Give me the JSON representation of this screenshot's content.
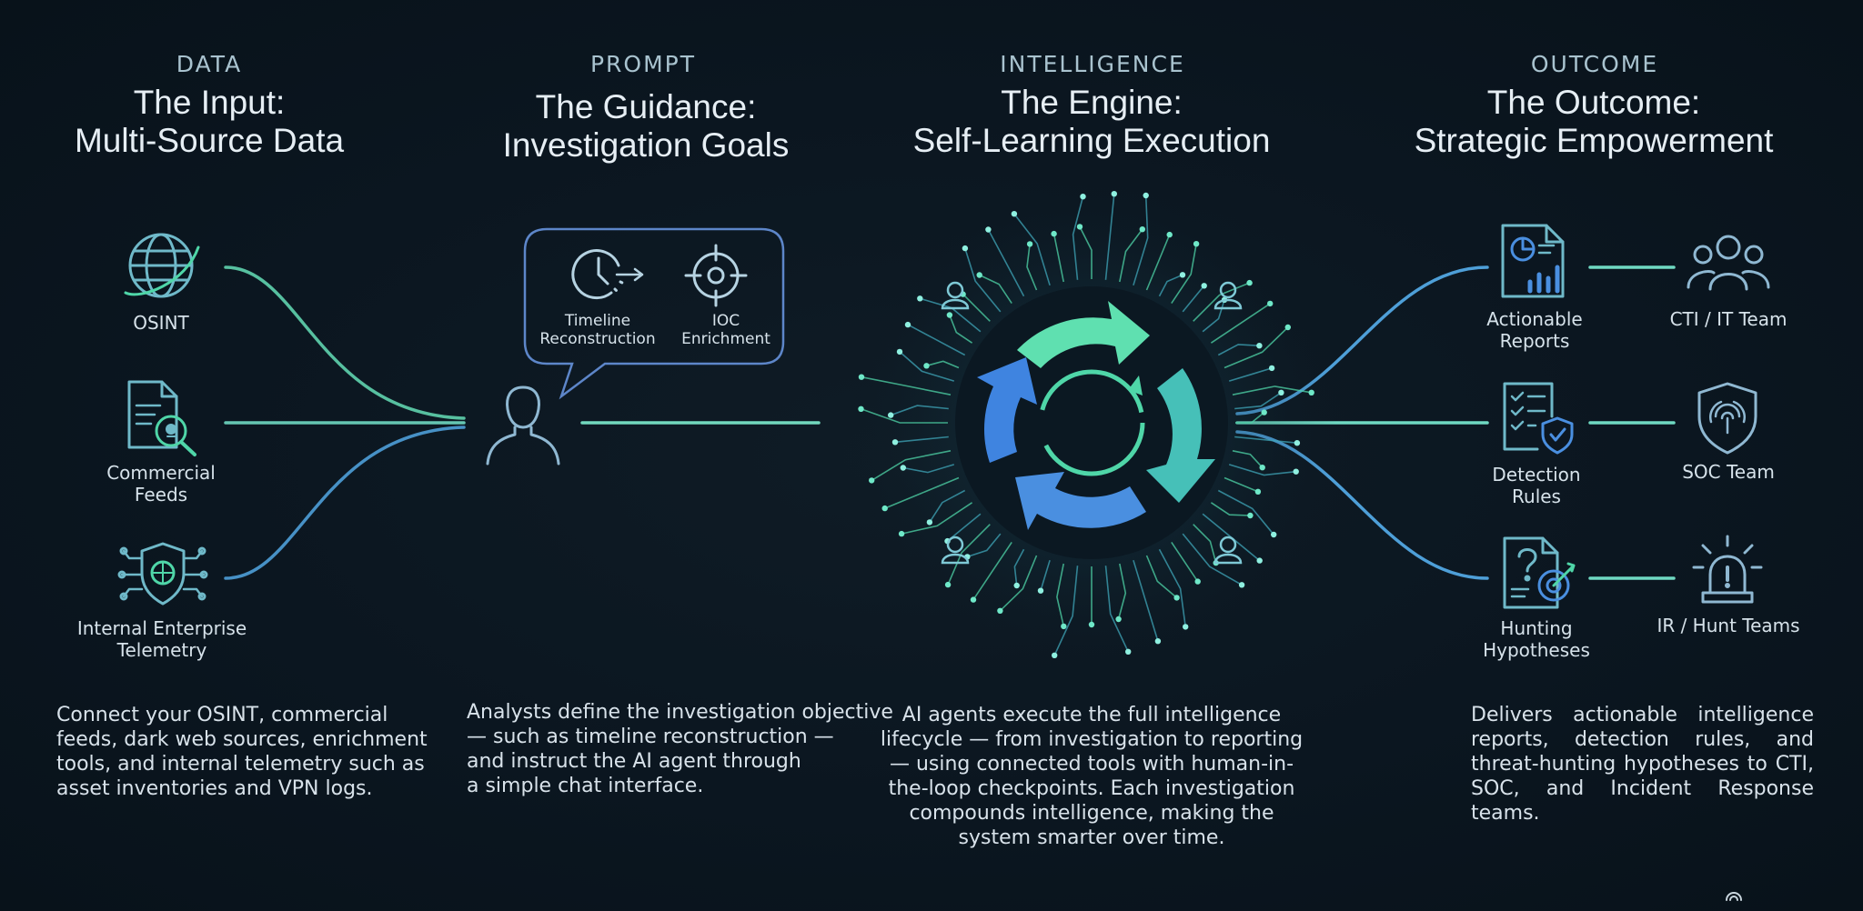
{
  "columns": [
    {
      "kicker": "DATA",
      "title": [
        "The Input:",
        "Multi-Source Data"
      ],
      "description": [
        "Connect your OSINT, commercial",
        "feeds, dark web sources, enrichment",
        "tools, and internal telemetry such as",
        "asset inventories and VPN logs."
      ]
    },
    {
      "kicker": "PROMPT",
      "title": [
        "The Guidance:",
        "Investigation Goals"
      ],
      "description": [
        "Analysts define the investigation objective",
        "— such as timeline reconstruction —",
        "and instruct the AI agent through",
        "a simple chat interface."
      ]
    },
    {
      "kicker": "INTELLIGENCE",
      "title": [
        "The Engine:",
        "Self-Learning Execution"
      ],
      "description": [
        "AI agents execute the full intelligence",
        "lifecycle — from investigation to reporting",
        "— using connected tools with human-in-",
        "the-loop checkpoints. Each investigation",
        "compounds intelligence, making the",
        "system smarter over time."
      ]
    },
    {
      "kicker": "OUTCOME",
      "title": [
        "The Outcome:",
        "Strategic Empowerment"
      ],
      "description": [
        "Delivers actionable intelligence reports, detection rules, and threat-hunting hypotheses to CTI, SOC, and Incident Response teams."
      ]
    }
  ],
  "sources": [
    {
      "icon": "globe-icon",
      "label": [
        "OSINT"
      ]
    },
    {
      "icon": "document-skull-icon",
      "label": [
        "Commercial",
        "Feeds"
      ]
    },
    {
      "icon": "shield-circuit-icon",
      "label": [
        "Internal Enterprise",
        "Telemetry"
      ]
    }
  ],
  "prompt_bubble": [
    {
      "icon": "clock-arrow-icon",
      "label": [
        "Timeline",
        "Reconstruction"
      ]
    },
    {
      "icon": "crosshair-icon",
      "label": [
        "IOC",
        "Enrichment"
      ]
    }
  ],
  "outputs": [
    {
      "icon": "report-chart-icon",
      "label": [
        "Actionable",
        "Reports"
      ],
      "team_icon": "team-icon",
      "team": "CTI / IT Team"
    },
    {
      "icon": "checklist-shield-icon",
      "label": [
        "Detection",
        "Rules"
      ],
      "team_icon": "fingerprint-shield-icon",
      "team": "SOC Team"
    },
    {
      "icon": "question-target-icon",
      "label": [
        "Hunting",
        "Hypotheses"
      ],
      "team_icon": "alarm-light-icon",
      "team": "IR / Hunt Teams"
    }
  ],
  "colors": {
    "background": "#0b1620",
    "teal": "#4fd6a8",
    "blue": "#4a8fe0",
    "line": "#5fc3b4",
    "icon": "#86b6d4"
  }
}
